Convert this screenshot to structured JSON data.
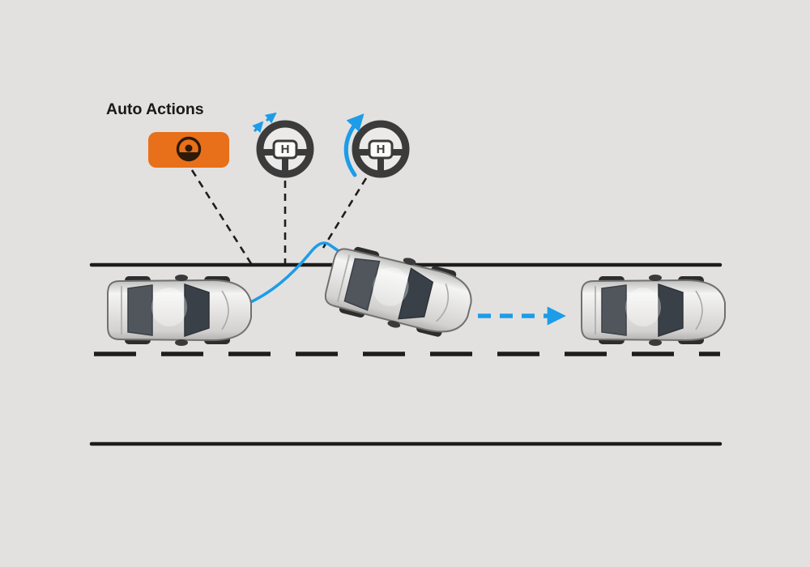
{
  "title": "Auto Actions",
  "colors": {
    "background": "#e2e1df",
    "accent_blue": "#1d9ce9",
    "badge_orange": "#e8701a",
    "line_black": "#1d1d1d",
    "wheel_dark": "#3b3b3b"
  },
  "steering_wheel": {
    "logo": "H"
  },
  "icons": {
    "badge": "steering-wheel-hands-warning-icon",
    "wheel_small_adjust": "steering-wheel-vibration-icon",
    "wheel_turn": "steering-wheel-turn-icon",
    "path_arrow": "dashed-forward-arrow-icon"
  },
  "road": {
    "top_line": "solid",
    "center_line": "dashed",
    "bottom_line": "solid"
  }
}
